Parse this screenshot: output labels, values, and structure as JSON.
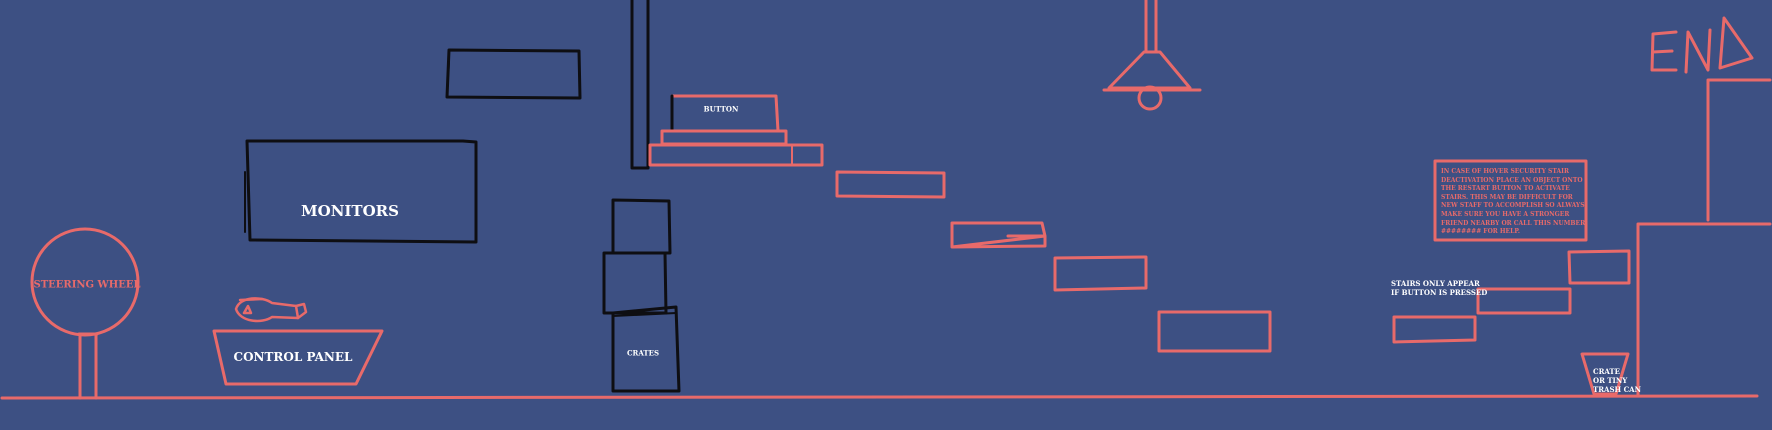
{
  "colors": {
    "background": "#3d5083",
    "sketch_red": "#e86a6a",
    "sketch_black": "#0e0e12",
    "label_white": "#ffffff"
  },
  "labels": {
    "steering_wheel": "STEERING WHEEL",
    "control_panel": "CONTROL PANEL",
    "monitors": "MONITORS",
    "crates": "CRATES",
    "button": "BUTTON",
    "end": "END",
    "stairs_note_line1": "STAIRS ONLY APPEAR",
    "stairs_note_line2": "IF BUTTON IS PRESSED",
    "crate_note_line1": "CRATE",
    "crate_note_line2": "OR TINY",
    "crate_note_line3": "TRASH CAN"
  },
  "warning_sign": {
    "lines": [
      "IN CASE OF  HOVER SECURITY STAIR",
      "DEACTIVATION PLACE AN OBJECT ONTO",
      "THE RESTART BUTTON TO ACTIVATE",
      "STAIRS. THIS MAY BE DIFFICULT FOR",
      "NEW STAFF TO ACCOMPLISH SO ALWAYS",
      "MAKE SURE YOU HAVE A STRONGER",
      " FRIEND NEARBY OR CALL THIS NUMBER:",
      "######## FOR HELP."
    ]
  },
  "icons": {
    "fish_bone": "fish-icon",
    "ceiling_lamp": "ceiling-lamp-icon"
  }
}
